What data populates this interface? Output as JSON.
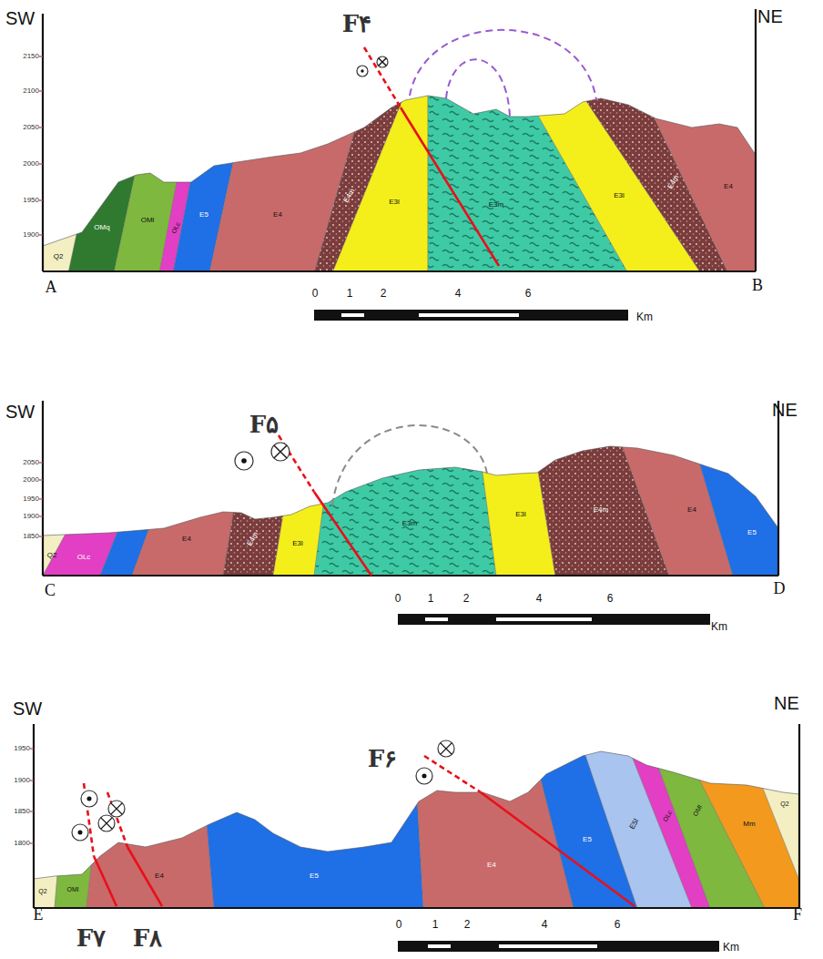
{
  "diagram": {
    "labels": [
      "SW",
      "NE",
      "F۴",
      "2150",
      "2100",
      "2050",
      "2000",
      "1950",
      "1900",
      "Q2",
      "OMq",
      "OMl",
      "OLc",
      "E5",
      "E4",
      "E4m",
      "E3l",
      "E3m",
      "E3l",
      "E4m",
      "E4",
      "A",
      "B",
      "0",
      "1",
      "2",
      "4",
      "6",
      "Km",
      "SW",
      "NE",
      "F۵",
      "2050",
      "2000",
      "1950",
      "1900",
      "1850",
      "Q2",
      "OLc",
      "E4",
      "E4m",
      "E3l",
      "E3m",
      "E3l",
      "E4m",
      "E4",
      "E5",
      "C",
      "D",
      "0",
      "1",
      "2",
      "4",
      "6",
      "Km",
      "SW",
      "NE",
      "F۶",
      "F۷",
      "F۸",
      "1950",
      "1900",
      "1850",
      "1800",
      "Q2",
      "OMl",
      "E4",
      "E5",
      "E4",
      "E5",
      "E5l",
      "OLc",
      "OMl",
      "Mm",
      "Q2",
      "E",
      "F",
      "0",
      "1",
      "2",
      "4",
      "6",
      "Km"
    ]
  }
}
